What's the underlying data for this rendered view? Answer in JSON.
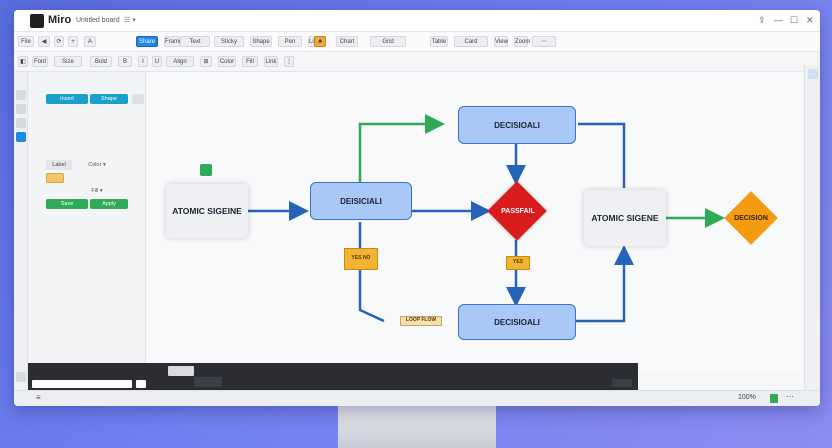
{
  "app": {
    "name": "Miro",
    "board_name": "Untitled board",
    "menu": "☰ ▾"
  },
  "window": {
    "share": "⇪",
    "minimize": "—",
    "maximize": "☐",
    "close": "✕"
  },
  "toolbar": {
    "items": [
      "File",
      "◀",
      "⟳",
      "+",
      "A",
      "Share",
      "Frame",
      "Text",
      "Sticky",
      "Shape",
      "Pen",
      "Line",
      "■",
      "Chart",
      "Grid",
      "Table",
      "Card",
      "View",
      "Zoom",
      "⋯"
    ]
  },
  "subtoolbar": {
    "items": [
      "◧",
      "Font",
      "Size",
      "Bold",
      "B",
      "I",
      "U",
      "Align",
      "⊞",
      "Color",
      "Fill",
      "Link",
      "⋮"
    ]
  },
  "panel": {
    "top_buttons": [
      "Insert",
      "Shape"
    ],
    "field_label": "Label",
    "row_labels": [
      "Color ▾",
      "Fill ▾"
    ],
    "bottom_buttons": [
      "Save",
      "Apply"
    ]
  },
  "nodes": {
    "left_grey": "ATOMIC SIGEINE",
    "center_blue": "DEISICIALI",
    "top_blue": "DECISIOALI",
    "bottom_blue": "DECISIOALI",
    "red_diamond": "PASSFAIL",
    "right_grey": "ATOMIC SIGENE",
    "orange_diamond": "DECISION"
  },
  "tags": {
    "left": "YES NO",
    "right": "YES",
    "bottom": "LOOP FLOW"
  },
  "colors": {
    "accent": "#1aa0cc",
    "green": "#2faa57",
    "blue_line": "#2563b8",
    "red": "#d81b1b",
    "orange": "#f39c12"
  },
  "status": {
    "zoom": "100%",
    "left": "≡",
    "right": "⋯"
  }
}
